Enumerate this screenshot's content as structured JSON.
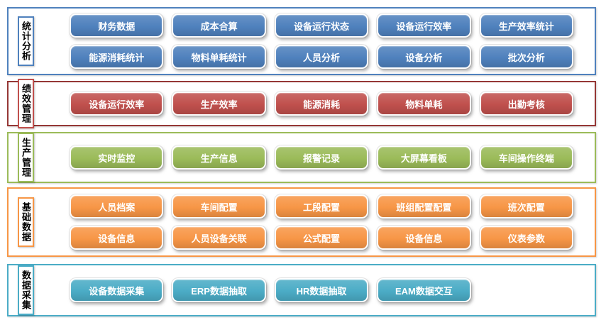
{
  "colors": {
    "statistics_blue": "#4F81BD",
    "performance_red": "#C0504D",
    "performance_red_border": "#953735",
    "production_green": "#9BBB59",
    "basic_orange": "#F79646",
    "acquisition_teal": "#4BACC6",
    "chip_text": "#FFFFFF",
    "label_text": "#000000",
    "background": "#FFFFFF"
  },
  "bands": [
    {
      "label": "统计分析",
      "rows": [
        [
          "财务数据",
          "成本合算",
          "设备运行状态",
          "设备运行效率",
          "生产效率统计"
        ],
        [
          "能源消耗统计",
          "物料单耗统计",
          "人员分析",
          "设备分析",
          "批次分析"
        ]
      ]
    },
    {
      "label": "绩效管理",
      "rows": [
        [
          "设备运行效率",
          "生产效率",
          "能源消耗",
          "物料单耗",
          "出勤考核"
        ]
      ]
    },
    {
      "label": "生产管理",
      "rows": [
        [
          "实时监控",
          "生产信息",
          "报警记录",
          "大屏幕看板",
          "车间操作终端"
        ]
      ]
    },
    {
      "label": "基础数据",
      "rows": [
        [
          "人员档案",
          "车间配置",
          "工段配置",
          "班组配置配置",
          "班次配置"
        ],
        [
          "设备信息",
          "人员设备关联",
          "公式配置",
          "设备信息",
          "仪表参数"
        ]
      ]
    },
    {
      "label": "数据采集",
      "rows": [
        [
          "设备数据采集",
          "ERP数据抽取",
          "HR数据抽取",
          "EAM数据交互"
        ]
      ]
    }
  ]
}
